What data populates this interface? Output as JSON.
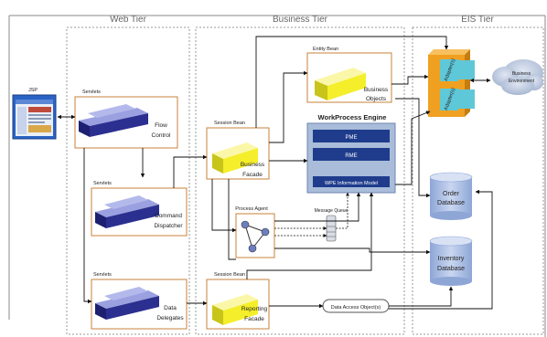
{
  "tiers": {
    "web": "Web Tier",
    "business": "Business Tier",
    "eis": "EIS Tier"
  },
  "jsp": "JSP",
  "components": {
    "servlets_flow": {
      "stereotype": "Servlets",
      "label1": "Flow",
      "label2": "Control"
    },
    "servlets_command": {
      "stereotype": "Servlets",
      "label1": "Command",
      "label2": "Dispatcher"
    },
    "servlets_data": {
      "stereotype": "Servlets",
      "label1": "Data",
      "label2": "Delegates"
    },
    "session_business": {
      "stereotype": "Session Bean",
      "label1": "Business",
      "label2": "Facade"
    },
    "session_reporting": {
      "stereotype": "Session Bean",
      "label1": "Reporting",
      "label2": "Facade"
    },
    "entity_business": {
      "stereotype": "Entity Bean",
      "label1": "Business",
      "label2": "Objects"
    },
    "process_agent": {
      "label": "Process Agent"
    }
  },
  "engine": {
    "title": "WorkProcess Engine",
    "pme": "PME",
    "rme": "RME",
    "info_model": "WPE Information Model"
  },
  "message_queue": "Message Queue",
  "data_access": "Data Access Object(s)",
  "adapters": {
    "top": "Adapter(s)",
    "bottom": "Adapter(s)"
  },
  "business_environment": {
    "line1": "Business",
    "line2": "Environment"
  },
  "databases": {
    "order": {
      "line1": "Order",
      "line2": "Database"
    },
    "inventory": {
      "line1": "Inventory",
      "line2": "Database"
    }
  },
  "colors": {
    "servlet_block": "#2b2f8f",
    "bean_block": "#f4ef2a",
    "engine_blue": "#1f3c8c",
    "engine_panel": "#a9bcd9",
    "adapter_orange": "#f0a020",
    "adapter_cyan": "#5fc8d8",
    "database_blue": "#a8bde2",
    "box_border": "#c8823a"
  }
}
